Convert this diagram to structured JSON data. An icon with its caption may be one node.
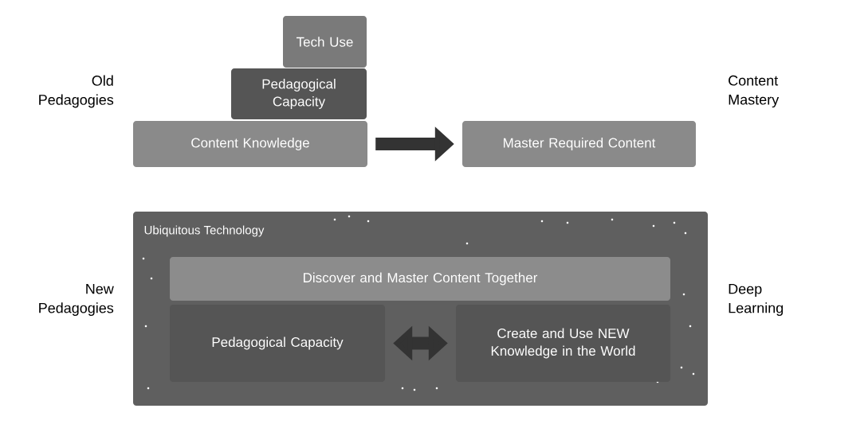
{
  "diagram": {
    "nodes": [
      {
        "text": [
          "Tech Use"
        ]
      },
      {
        "text": [
          "Pedagogical Capacity"
        ]
      },
      {
        "text": [
          "Content Knowledge"
        ]
      },
      {
        "text": [
          "Master Required Content"
        ]
      },
      {
        "text": [
          "Ubiquitous Technology"
        ]
      },
      {
        "text": [
          "Discover and Master Content Together"
        ],
        "in": 4
      },
      {
        "text": [
          "Pedagogical Capacity"
        ],
        "in": 4
      },
      {
        "text": [
          "Create and Use NEW Knowledge in the World"
        ],
        "in": 4
      }
    ],
    "edges": [
      {
        "from": 2,
        "to": 3,
        "arrow": "to"
      },
      {
        "from": 6,
        "to": 7,
        "arrow": "both"
      }
    ],
    "labels": [
      "Old Pedagogies",
      "Content Mastery",
      "New Pedagogies",
      "Deep Learning"
    ]
  }
}
